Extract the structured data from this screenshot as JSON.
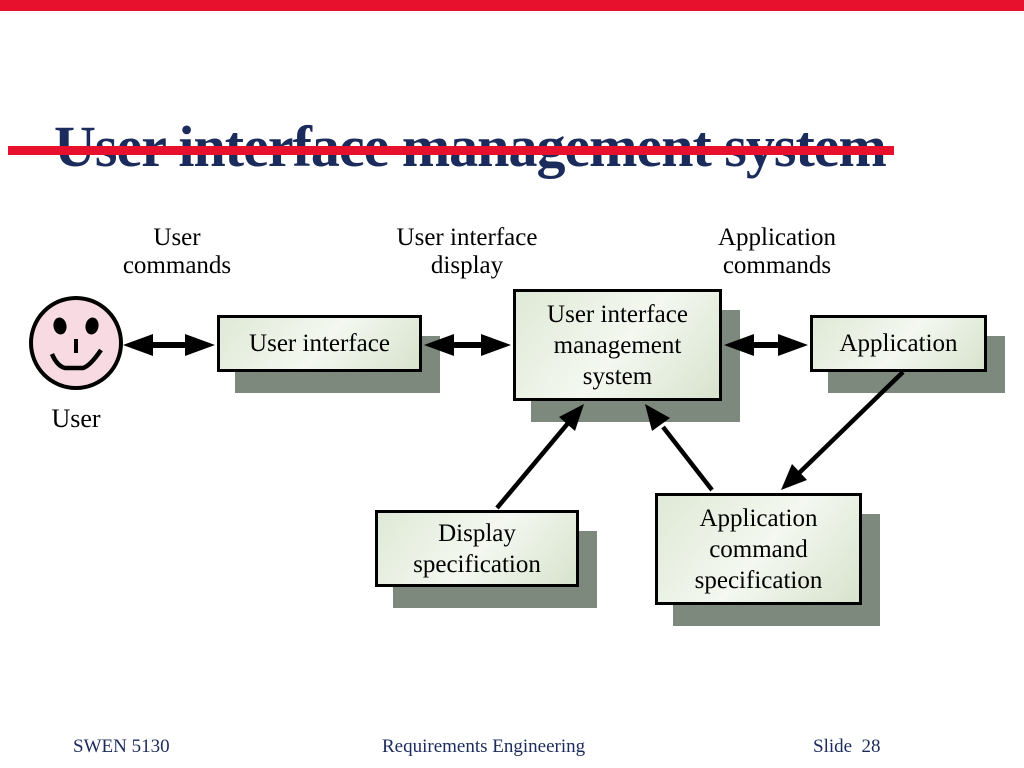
{
  "title": "User interface management system",
  "flow_labels": {
    "user_commands": "User\ncommands",
    "ui_display": "User interface\ndisplay",
    "app_commands": "Application\ncommands"
  },
  "nodes": {
    "user_interface": "User interface",
    "uims": "User interface\nmanagement\nsystem",
    "application": "Application",
    "display_spec": "Display\nspecification",
    "app_cmd_spec": "Application\ncommand\nspecification"
  },
  "actor": {
    "label": "User"
  },
  "footer": {
    "left": "SWEN 5130",
    "center": "Requirements Engineering",
    "right": "Slide  28"
  },
  "colors": {
    "accent_red": "#e8112d",
    "title_navy": "#1b2b5b",
    "box_fill_light": "#f4f8f0",
    "box_fill_dark": "#d9e5cf",
    "box_shadow": "#7c897c",
    "face_pink": "#f8dbe2",
    "line_black": "#000000"
  }
}
